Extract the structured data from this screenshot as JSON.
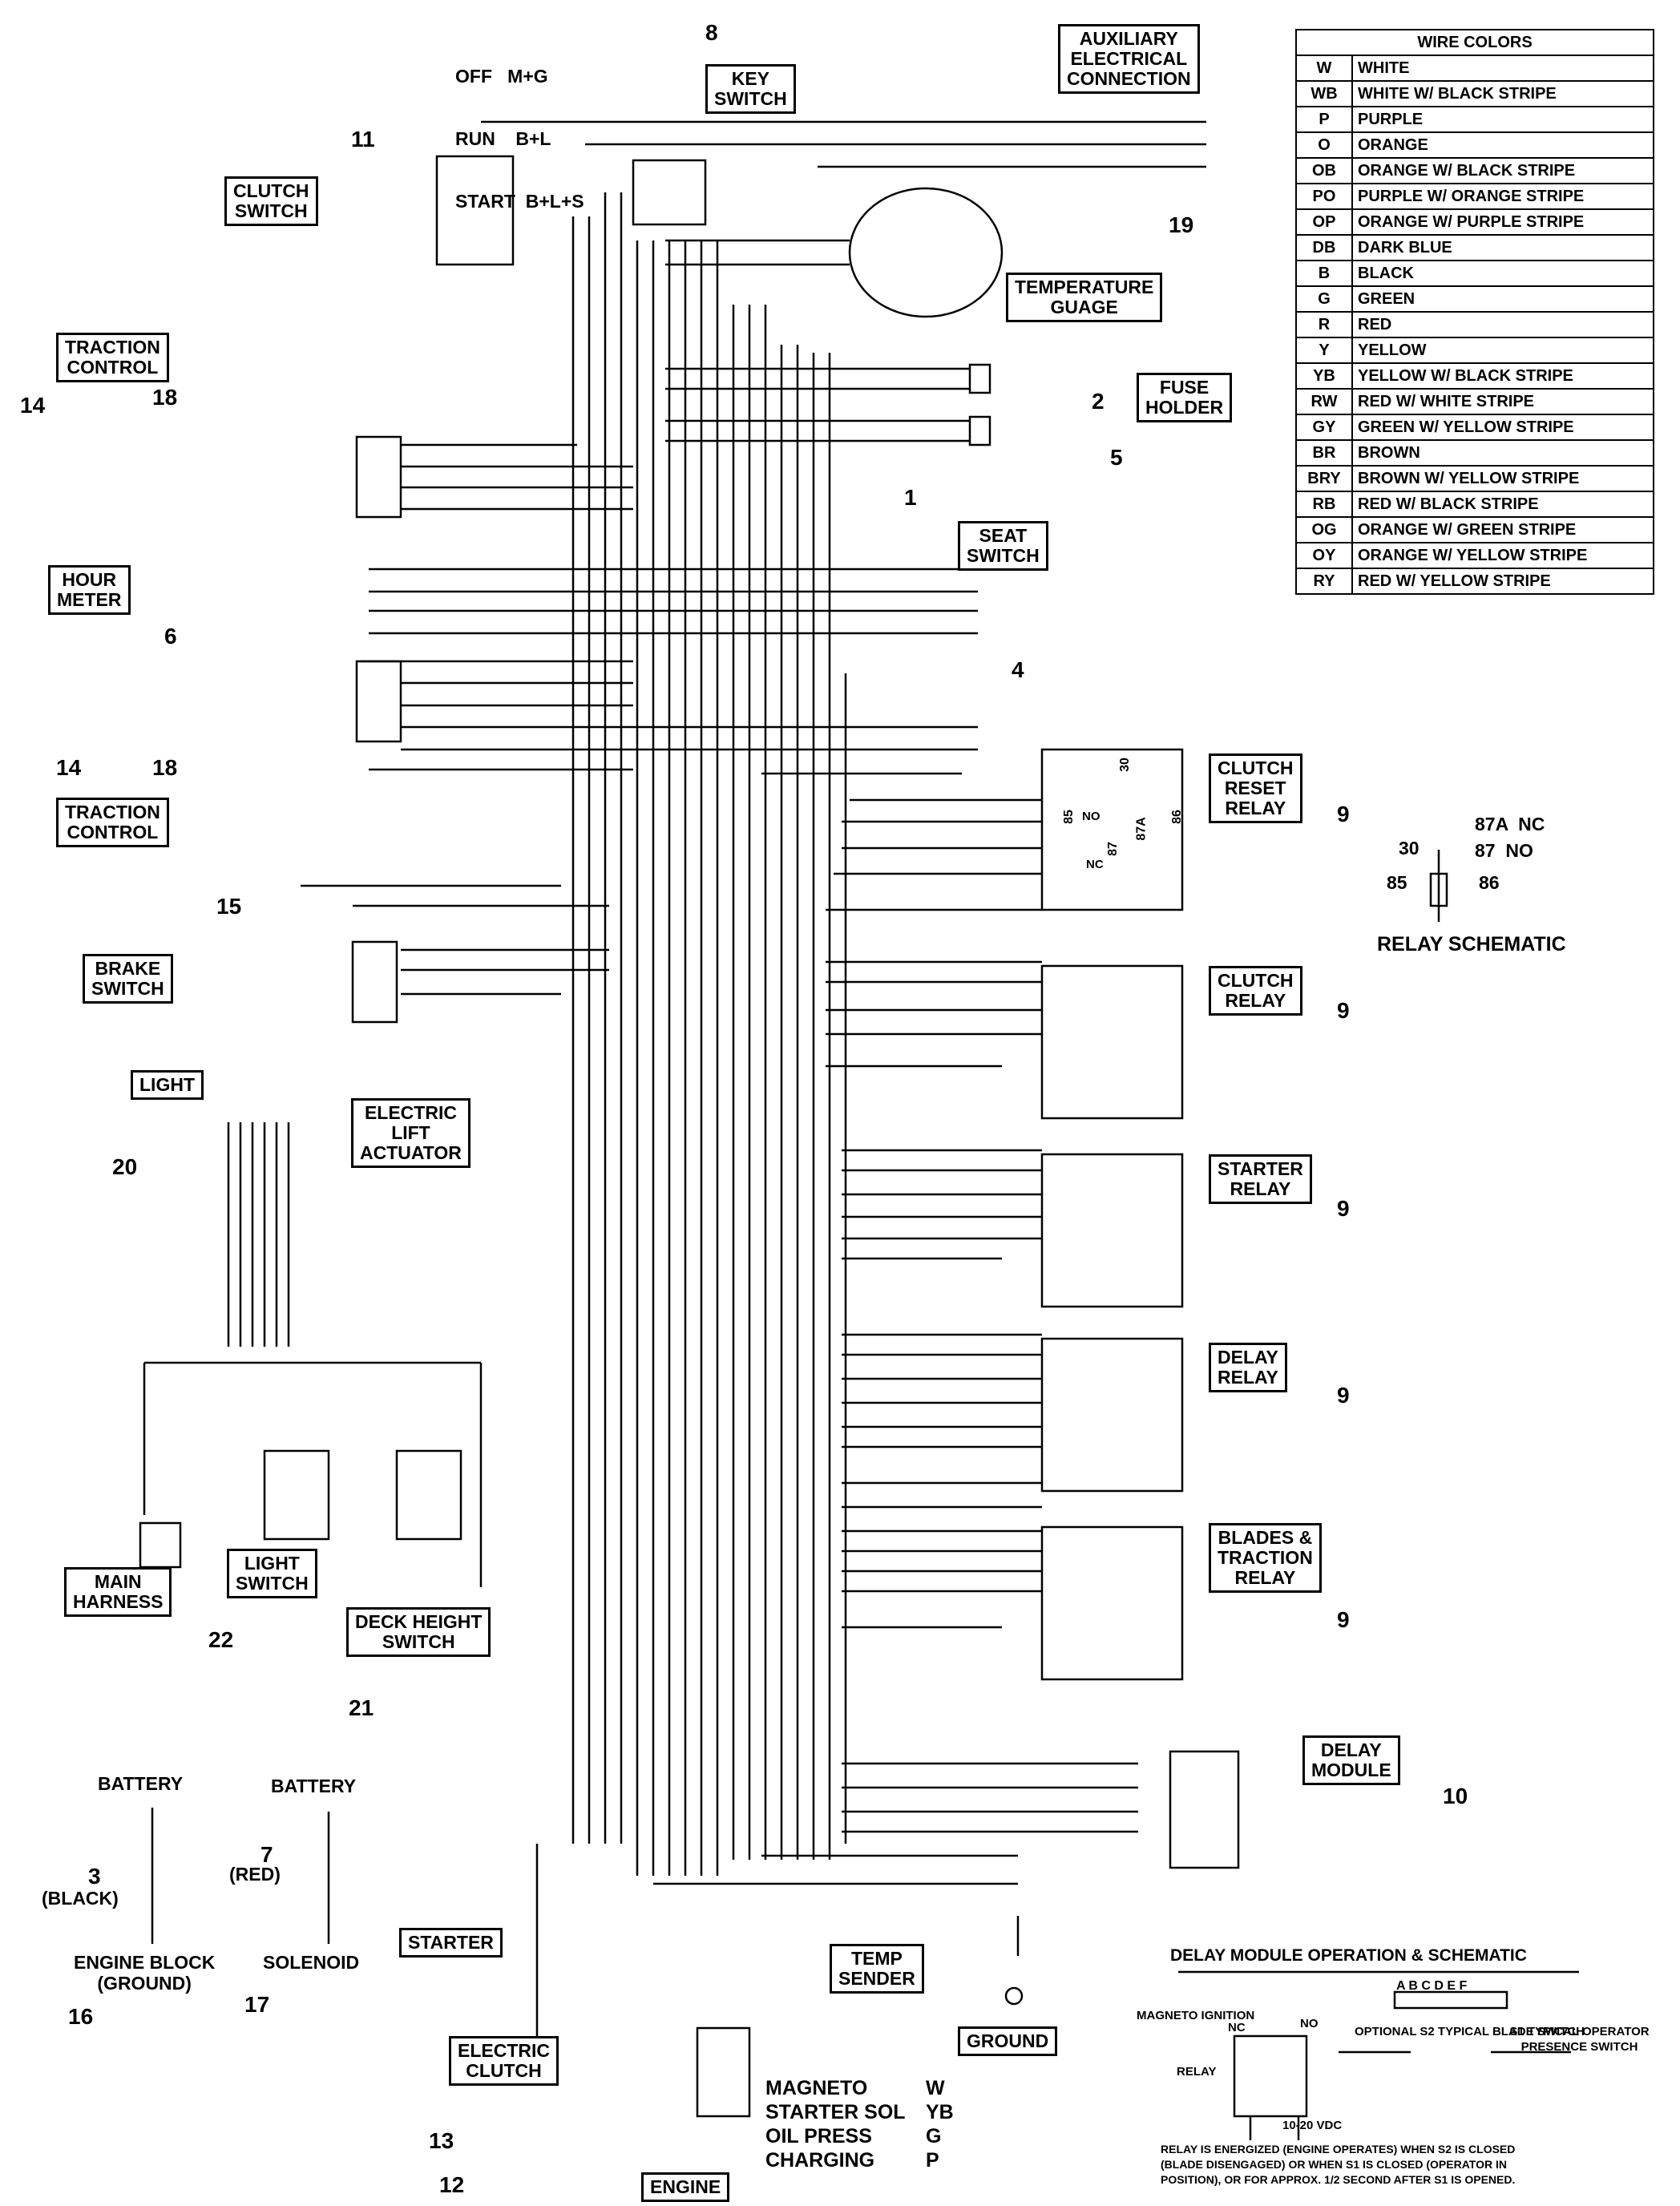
{
  "key_switch": {
    "positions": [
      "OFF   M+G",
      "RUN    B+L",
      "START  B+L+S"
    ],
    "label": "KEY\nSWITCH",
    "num": "8"
  },
  "aux_connection": {
    "label": "AUXILIARY\nELECTRICAL\nCONNECTION"
  },
  "wire_colors": {
    "title": "WIRE COLORS",
    "rows": [
      {
        "code": "W",
        "name": "WHITE"
      },
      {
        "code": "WB",
        "name": "WHITE W/ BLACK STRIPE"
      },
      {
        "code": "P",
        "name": "PURPLE"
      },
      {
        "code": "O",
        "name": "ORANGE"
      },
      {
        "code": "OB",
        "name": "ORANGE W/ BLACK STRIPE"
      },
      {
        "code": "PO",
        "name": "PURPLE W/ ORANGE STRIPE"
      },
      {
        "code": "OP",
        "name": "ORANGE W/ PURPLE STRIPE"
      },
      {
        "code": "DB",
        "name": "DARK BLUE"
      },
      {
        "code": "B",
        "name": "BLACK"
      },
      {
        "code": "G",
        "name": "GREEN"
      },
      {
        "code": "R",
        "name": "RED"
      },
      {
        "code": "Y",
        "name": "YELLOW"
      },
      {
        "code": "YB",
        "name": "YELLOW W/ BLACK STRIPE"
      },
      {
        "code": "RW",
        "name": "RED W/ WHITE STRIPE"
      },
      {
        "code": "GY",
        "name": "GREEN W/ YELLOW STRIPE"
      },
      {
        "code": "BR",
        "name": "BROWN"
      },
      {
        "code": "BRY",
        "name": "BROWN W/ YELLOW STRIPE"
      },
      {
        "code": "RB",
        "name": "RED W/ BLACK STRIPE"
      },
      {
        "code": "OG",
        "name": "ORANGE W/ GREEN STRIPE"
      },
      {
        "code": "OY",
        "name": "ORANGE W/ YELLOW STRIPE"
      },
      {
        "code": "RY",
        "name": "RED W/ YELLOW STRIPE"
      }
    ]
  },
  "labels": {
    "clutch_switch": "CLUTCH\nSWITCH",
    "traction_control": "TRACTION\nCONTROL",
    "hour_meter": "HOUR\nMETER",
    "temperature_guage": "TEMPERATURE\nGUAGE",
    "fuse_holder": "FUSE\nHOLDER",
    "seat_switch": "SEAT\nSWITCH",
    "clutch_reset_relay": "CLUTCH\nRESET\nRELAY",
    "clutch_relay": "CLUTCH\nRELAY",
    "starter_relay": "STARTER\nRELAY",
    "delay_relay": "DELAY\nRELAY",
    "blades_traction_relay": "BLADES &\nTRACTION\nRELAY",
    "delay_module": "DELAY\nMODULE",
    "brake_switch": "BRAKE\nSWITCH",
    "light": "LIGHT",
    "electric_lift_actuator": "ELECTRIC\nLIFT\nACTUATOR",
    "main_harness": "MAIN\nHARNESS",
    "light_switch": "LIGHT\nSWITCH",
    "deck_height_switch": "DECK HEIGHT\nSWITCH",
    "starter": "STARTER",
    "temp_sender": "TEMP\nSENDER",
    "ground": "GROUND",
    "electric_clutch": "ELECTRIC\nCLUTCH",
    "engine": "ENGINE"
  },
  "relay_schematic": {
    "title": "RELAY SCHEMATIC",
    "pins": [
      "30",
      "87A  NC",
      "87  NO",
      "85",
      "86"
    ]
  },
  "batteries": {
    "battery": "BATTERY",
    "black": "(BLACK)",
    "red": "(RED)",
    "engine_block": "ENGINE BLOCK\n(GROUND)",
    "solenoid": "SOLENOID"
  },
  "engine_legend": [
    {
      "name": "MAGNETO",
      "color": "W"
    },
    {
      "name": "STARTER SOL",
      "color": "YB"
    },
    {
      "name": "OIL PRESS",
      "color": "G"
    },
    {
      "name": "CHARGING",
      "color": "P"
    }
  ],
  "delay_module_schematic": {
    "title": "DELAY MODULE OPERATION & SCHEMATIC",
    "pins": "A B C D E F",
    "magneto": "MAGNETO\nIGNITION",
    "relay": "RELAY",
    "nc": "NC",
    "no": "NO",
    "s2": "OPTIONAL\nS2 TYPICAL\nBLADE\nSWITCH",
    "s1": "S1 TYPICAL\nOPERATOR\nPRESENCE\nSWITCH",
    "vdc": "10-20 VDC",
    "note": "RELAY IS ENERGIZED (ENGINE OPERATES) WHEN S2 IS CLOSED\n(BLADE DISENGAGED) OR WHEN S1 IS CLOSED (OPERATOR IN\nPOSITION), OR FOR APPROX. 1/2 SECOND AFTER S1 IS OPENED."
  },
  "callouts": [
    "1",
    "2",
    "3",
    "4",
    "5",
    "6",
    "7",
    "8",
    "9",
    "10",
    "11",
    "12",
    "13",
    "14",
    "15",
    "16",
    "17",
    "18",
    "19",
    "20",
    "21",
    "22"
  ],
  "relay_pins": {
    "p30": "30",
    "p85": "85",
    "p86": "86",
    "p87": "87",
    "p87a": "87A",
    "no": "NO",
    "nc": "NC"
  }
}
